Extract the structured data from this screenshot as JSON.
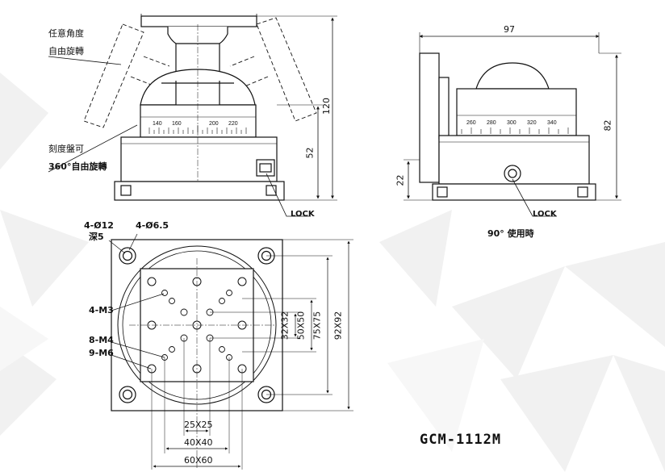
{
  "labels": {
    "free_angle_1": "任意角度",
    "free_angle_2": "自由旋轉",
    "dial_1": "刻度盤可",
    "dial_2": "360°自由旋轉",
    "lock_front": "LOCK",
    "lock_side": "LOCK",
    "side_note": "90° 使用時",
    "hole_12_1": "4-Ø12",
    "hole_12_2": "深5",
    "hole_65": "4-Ø6.5",
    "m3": "4-M3",
    "m4": "8-M4",
    "m6": "9-M6",
    "model": "GCM-1112M"
  },
  "dims": {
    "h120": "120",
    "h52": "52",
    "w97": "97",
    "h82": "82",
    "h22": "22",
    "d32": "32X32",
    "d50": "50X50",
    "d75": "75X75",
    "d92": "92X92",
    "d25": "25X25",
    "d40": "40X40",
    "d60": "60X60"
  },
  "scale_front": [
    "140",
    "160",
    "200",
    "220"
  ],
  "scale_side": [
    "260",
    "280",
    "300",
    "320",
    "340"
  ]
}
